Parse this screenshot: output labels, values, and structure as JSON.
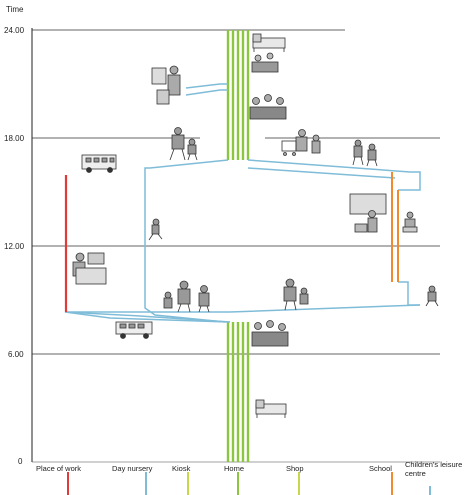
{
  "axis": {
    "label": "Time",
    "ticks": [
      "24.00",
      "18.00",
      "12.00",
      "6.00",
      "0"
    ]
  },
  "locations": [
    {
      "id": "work",
      "label": "Place of work",
      "color": "#e03a3a"
    },
    {
      "id": "nursery",
      "label": "Day nursery",
      "color": "#7fbcd8"
    },
    {
      "id": "kiosk",
      "label": "Kiosk",
      "color": "#c9d64a"
    },
    {
      "id": "home",
      "label": "Home",
      "color": "#8cc63e"
    },
    {
      "id": "shop",
      "label": "Shop",
      "color": "#c9d64a"
    },
    {
      "id": "school",
      "label": "School",
      "color": "#f08a2c"
    },
    {
      "id": "leisure",
      "label": "Children's leisure centre",
      "color": "#7fbcd8"
    }
  ],
  "illustrations": [
    "bed-icon",
    "table-family-icon",
    "dinner-family-icon",
    "adult-reading-child-icon",
    "walking-adult-child-icon",
    "shopping-trolley-icon",
    "children-walking-icon",
    "bus-icon",
    "office-worker-icon",
    "child-running-icon",
    "classroom-teacher-icon",
    "child-desk-icon",
    "adults-children-walking-icon",
    "child-skating-icon",
    "family-shopping-icon",
    "car-icon",
    "breakfast-family-icon",
    "bed-sleeping-icon"
  ]
}
